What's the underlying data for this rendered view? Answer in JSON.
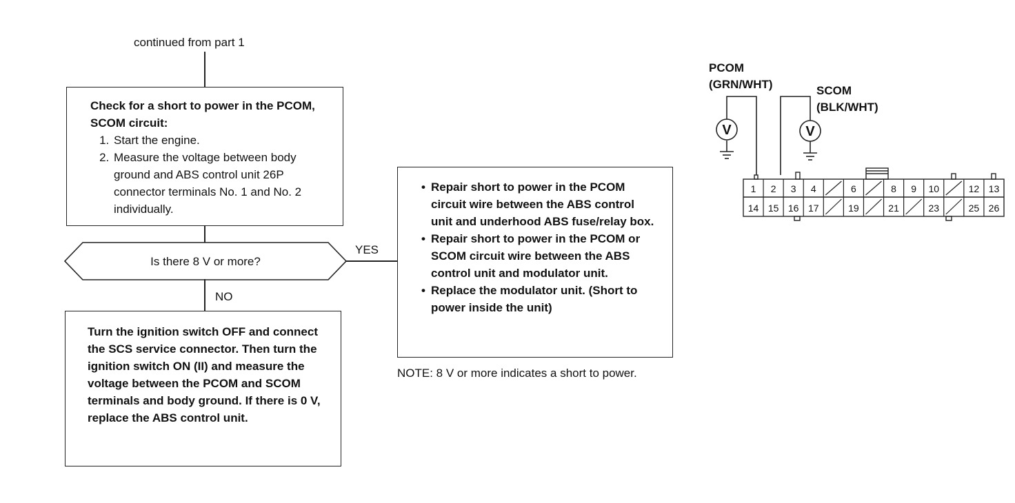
{
  "flowchart": {
    "continued_label": "continued from part 1",
    "step_box": {
      "heading": "Check for a short to power in the PCOM, SCOM circuit:",
      "steps": [
        "Start the engine.",
        "Measure the voltage between body ground and ABS control unit 26P connector terminals No. 1 and No. 2 individually."
      ]
    },
    "decision": {
      "question": "Is there 8 V or more?",
      "yes_label": "YES",
      "no_label": "NO"
    },
    "no_box": {
      "text": "Turn the ignition switch OFF and connect the SCS service connector. Then turn the ignition switch ON (II) and measure the voltage between the PCOM and SCOM terminals and body ground. If there is 0 V, replace the ABS control unit."
    },
    "yes_box": {
      "bullets": [
        "Repair short to power in the PCOM circuit wire between the ABS control unit and underhood ABS fuse/relay box.",
        "Repair short to power in the PCOM or SCOM circuit wire between the ABS control unit and modulator unit.",
        "Replace the modulator unit. (Short to power inside the unit)"
      ]
    },
    "note": "NOTE:  8 V or more indicates a short to power."
  },
  "connector_diagram": {
    "pcom_label": "PCOM",
    "pcom_wire": "(GRN/WHT)",
    "scom_label": "SCOM",
    "scom_wire": "(BLK/WHT)",
    "meter_symbol": "V",
    "top_row": [
      "1",
      "2",
      "3",
      "4",
      "",
      "6",
      "",
      "8",
      "9",
      "10",
      "",
      "12",
      "13"
    ],
    "bottom_row": [
      "14",
      "15",
      "16",
      "17",
      "",
      "19",
      "",
      "21",
      "",
      "23",
      "",
      "25",
      "26"
    ]
  }
}
